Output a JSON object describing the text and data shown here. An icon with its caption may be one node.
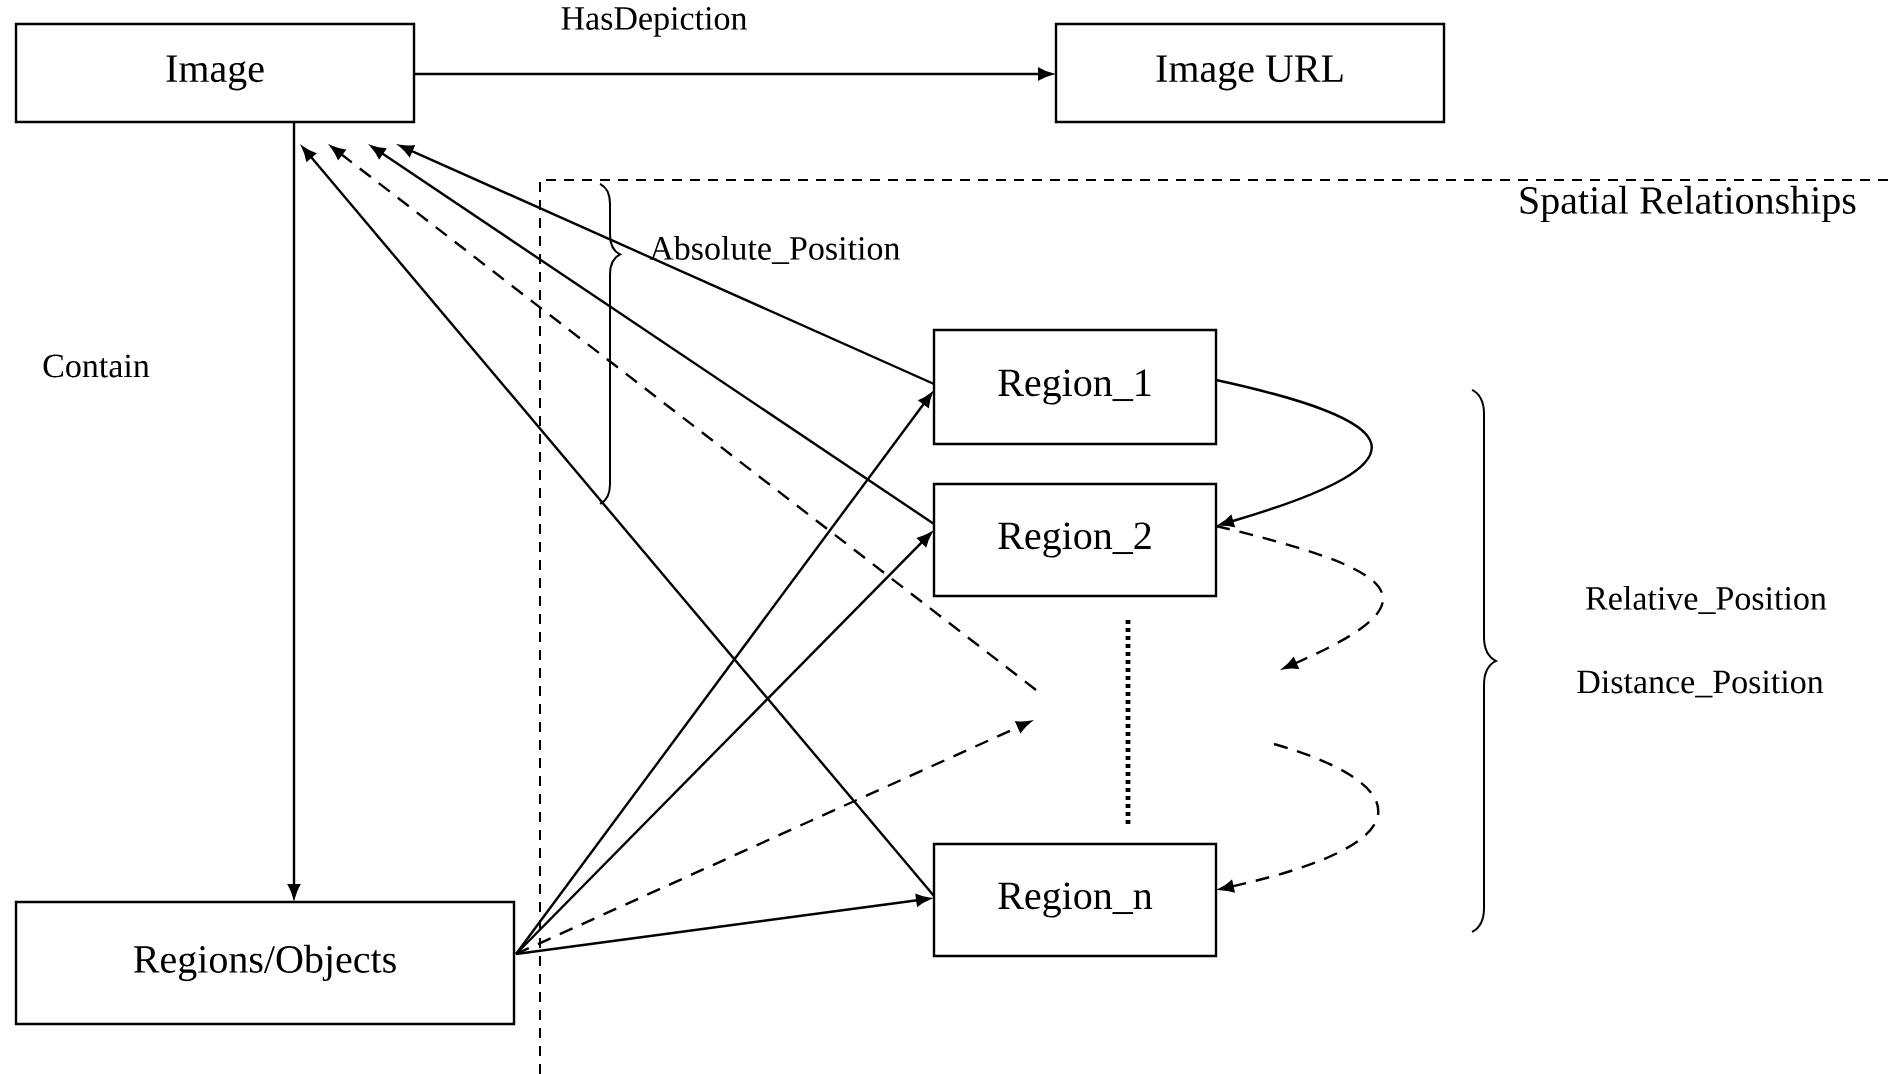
{
  "diagram": {
    "nodes": [
      {
        "text": [
          "Image"
        ]
      },
      {
        "text": [
          "Image URL"
        ]
      },
      {
        "text": [
          "Region_1"
        ]
      },
      {
        "text": [
          "Region_2"
        ]
      },
      {
        "text": [
          "Region_n"
        ]
      },
      {
        "text": [
          "Regions/Objects"
        ]
      }
    ],
    "edges": [
      {
        "from": 0,
        "to": 1,
        "arrow": "to",
        "label": "HasDepiction"
      },
      {
        "from": 0,
        "to": 5,
        "arrow": "to",
        "label": "Contain"
      },
      {
        "from": 2,
        "to": 0,
        "arrow": "to"
      },
      {
        "from": 3,
        "to": 0,
        "arrow": "to"
      },
      {
        "from": null,
        "to": 0,
        "arrow": "to",
        "style": "dashed"
      },
      {
        "from": 4,
        "to": 0,
        "arrow": "to"
      },
      {
        "from": 5,
        "to": 2,
        "arrow": "to"
      },
      {
        "from": 5,
        "to": 3,
        "arrow": "to"
      },
      {
        "from": 5,
        "to": null,
        "arrow": "to",
        "style": "dashed"
      },
      {
        "from": 5,
        "to": 4,
        "arrow": "to"
      },
      {
        "from": 2,
        "to": 3,
        "arrow": "to"
      },
      {
        "from": 3,
        "to": null,
        "arrow": "to",
        "style": "dashed"
      },
      {
        "from": null,
        "to": 4,
        "arrow": "to",
        "style": "dashed"
      },
      {
        "from": 3,
        "to": 4,
        "arrow": "none",
        "style": "dashed"
      }
    ],
    "labels": [
      "Spatial Relationships",
      "Absolute_Position",
      "Relative_Position",
      "Distance_Position"
    ]
  }
}
